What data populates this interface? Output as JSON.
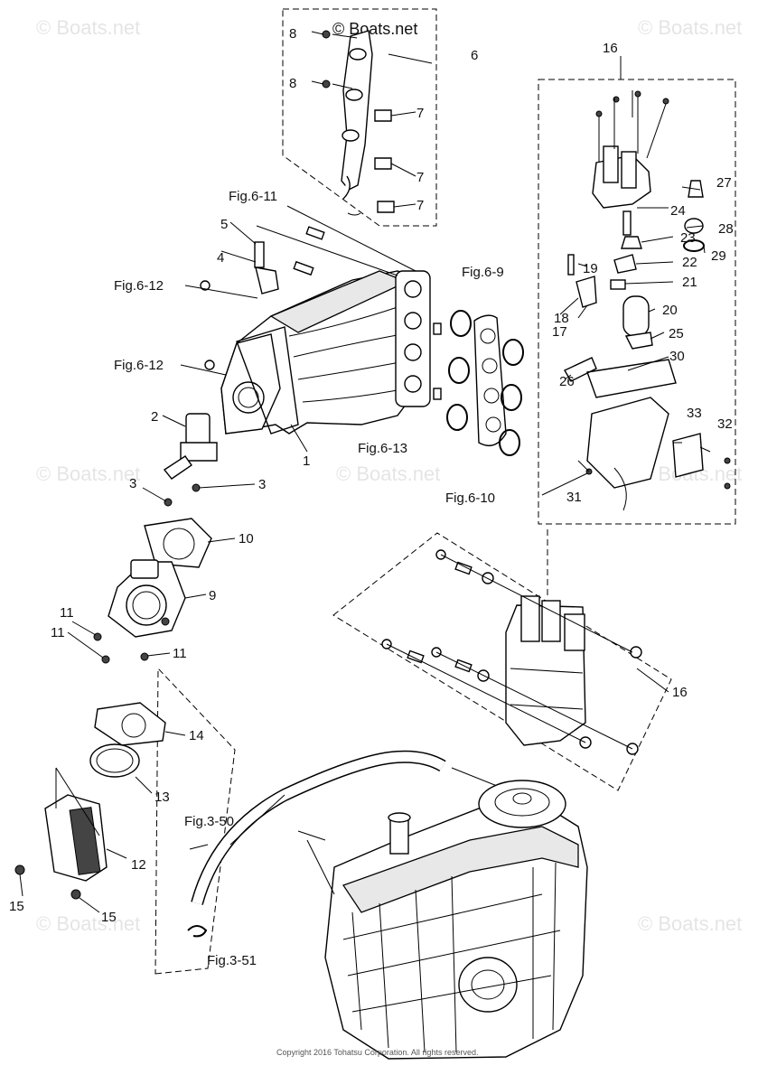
{
  "watermark": {
    "text": "© Boats.net",
    "main_text": "© Boats.net"
  },
  "copyright": "Copyright 2016 Tohatsu Corporation. All rights reserved.",
  "callouts": {
    "c1": "1",
    "c2": "2",
    "c3a": "3",
    "c3b": "3",
    "c4": "4",
    "c5": "5",
    "c6": "6",
    "c7a": "7",
    "c7b": "7",
    "c7c": "7",
    "c8a": "8",
    "c8b": "8",
    "c9": "9",
    "c10": "10",
    "c11a": "11",
    "c11b": "11",
    "c11c": "11",
    "c12": "12",
    "c13": "13",
    "c14": "14",
    "c15a": "15",
    "c15b": "15",
    "c16a": "16",
    "c16b": "16",
    "c17": "17",
    "c18": "18",
    "c19": "19",
    "c20": "20",
    "c21": "21",
    "c22": "22",
    "c23": "23",
    "c24": "24",
    "c25": "25",
    "c26": "26",
    "c27": "27",
    "c28": "28",
    "c29": "29",
    "c30": "30",
    "c31": "31",
    "c32": "32",
    "c33": "33"
  },
  "references": {
    "fig6_11": "Fig.6-11",
    "fig6_12a": "Fig.6-12",
    "fig6_12b": "Fig.6-12",
    "fig6_9": "Fig.6-9",
    "fig6_13": "Fig.6-13",
    "fig6_10": "Fig.6-10",
    "fig3_50": "Fig.3-50",
    "fig3_51": "Fig.3-51"
  }
}
